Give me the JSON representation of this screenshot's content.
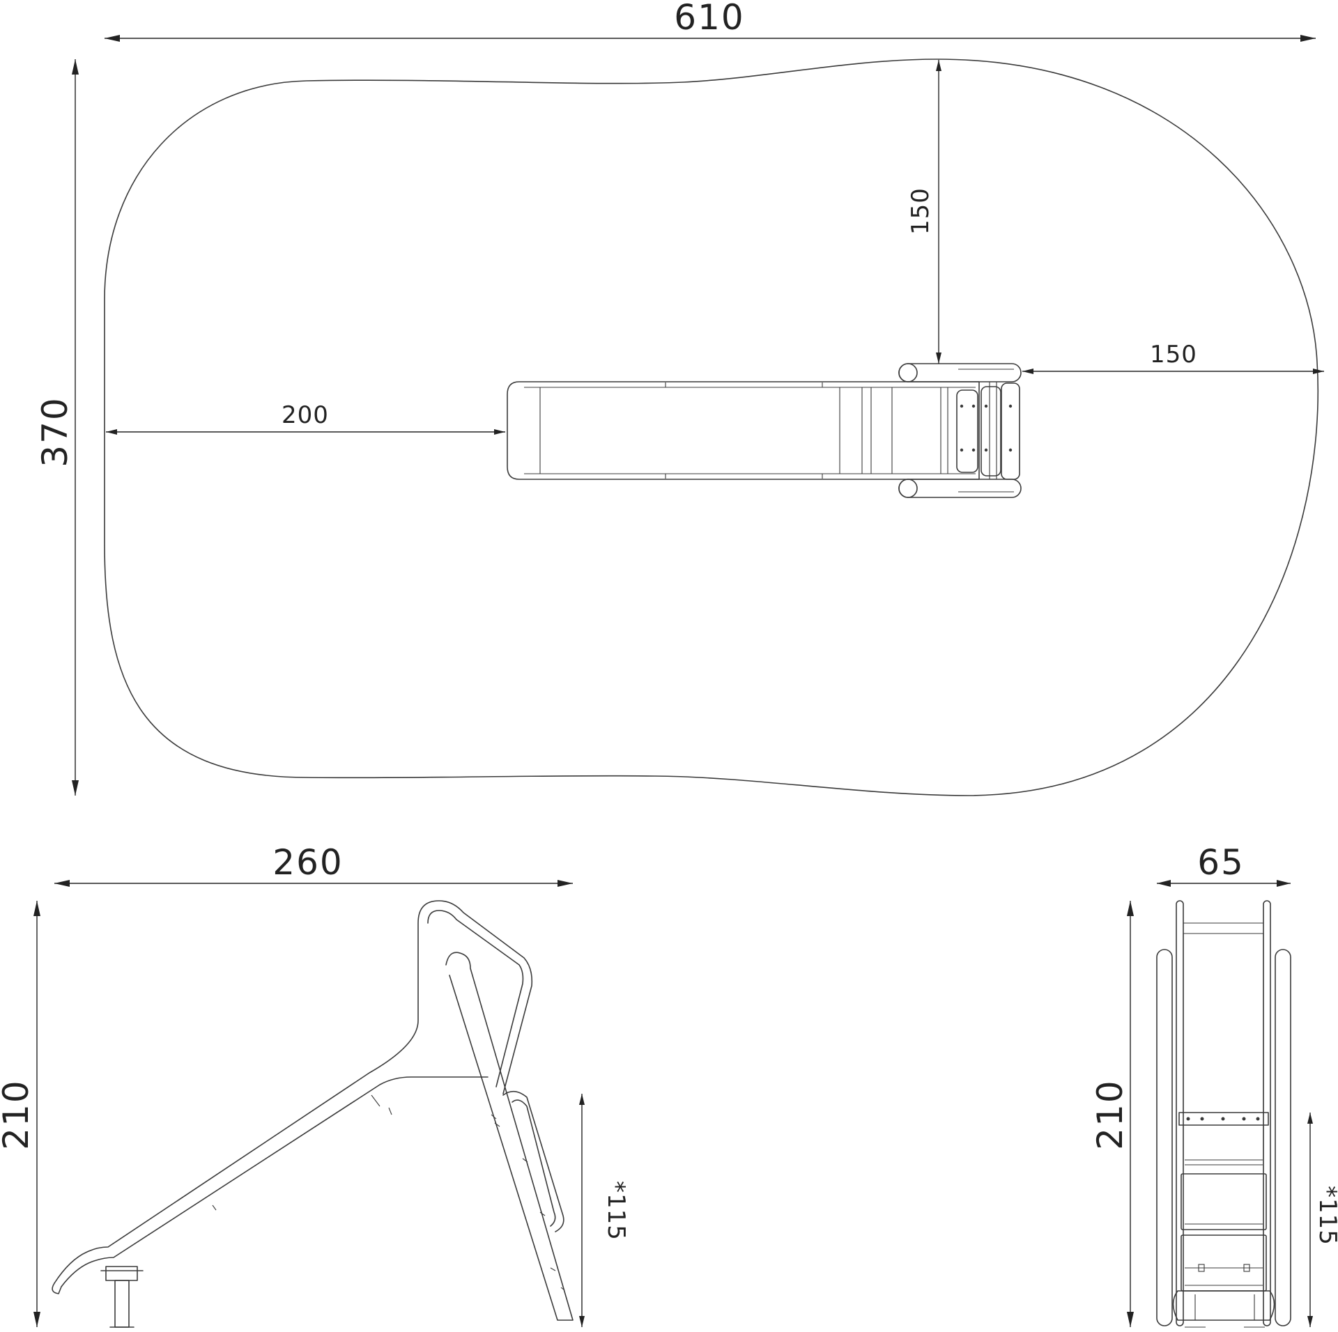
{
  "top_view": {
    "overall_width_label": "610",
    "overall_depth_label": "370",
    "left_clearance_label": "200",
    "back_clearance_label": "150",
    "right_clearance_label": "150"
  },
  "side_view": {
    "length_label": "260",
    "height_label": "210",
    "platform_height_label": "*115"
  },
  "front_view": {
    "width_label": "65",
    "height_label": "210",
    "platform_height_label": "*115"
  },
  "colors": {
    "line": "#3a3a3a",
    "text": "#222222",
    "background": "#ffffff"
  }
}
